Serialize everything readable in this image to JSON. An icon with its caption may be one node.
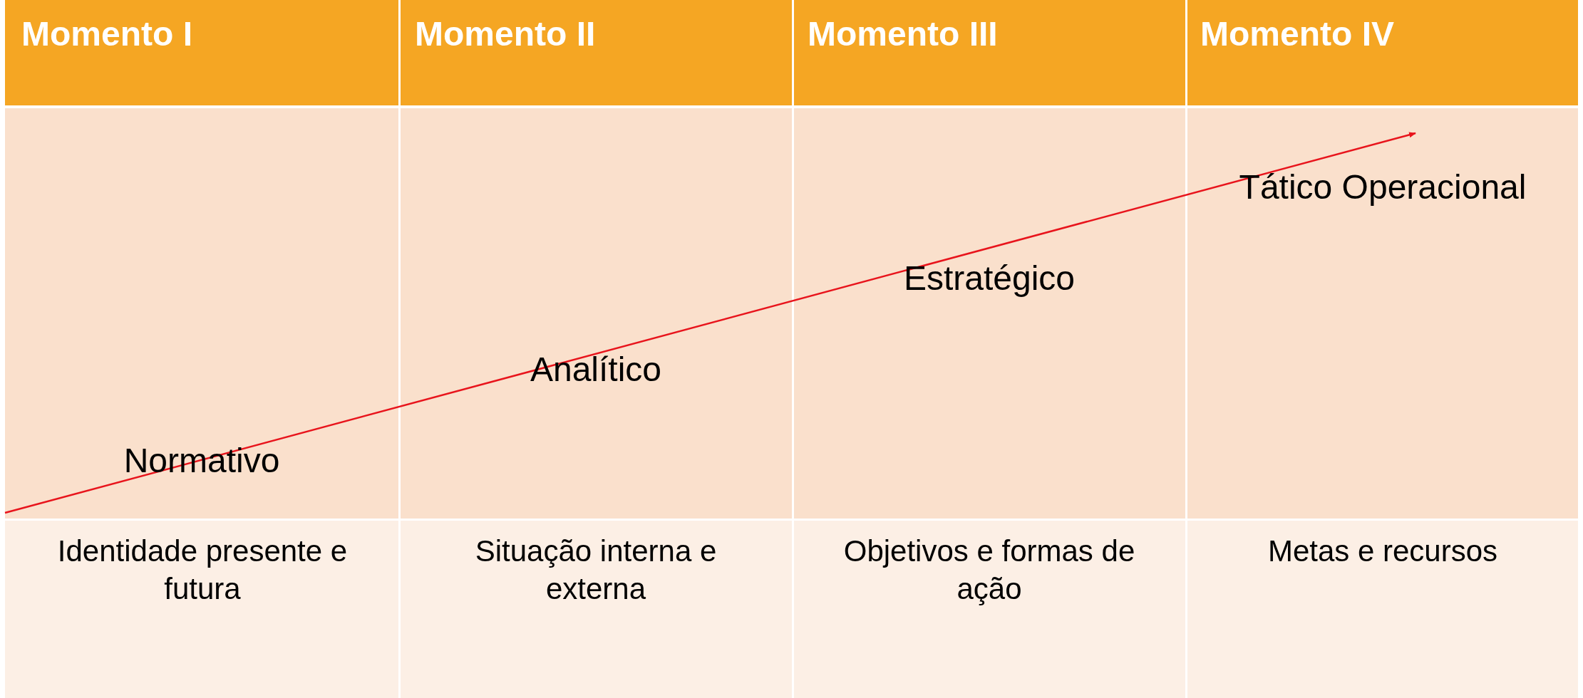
{
  "diagram": {
    "labels": [
      "Momento I",
      "Momento II",
      "Momento III",
      "Momento IV",
      "Normativo",
      "Analítico",
      "Estratégico",
      "Tático Operacional",
      "Identidade presente e futura",
      "Situação interna e externa",
      "Objetivos e formas de ação",
      "Metas e recursos"
    ]
  }
}
